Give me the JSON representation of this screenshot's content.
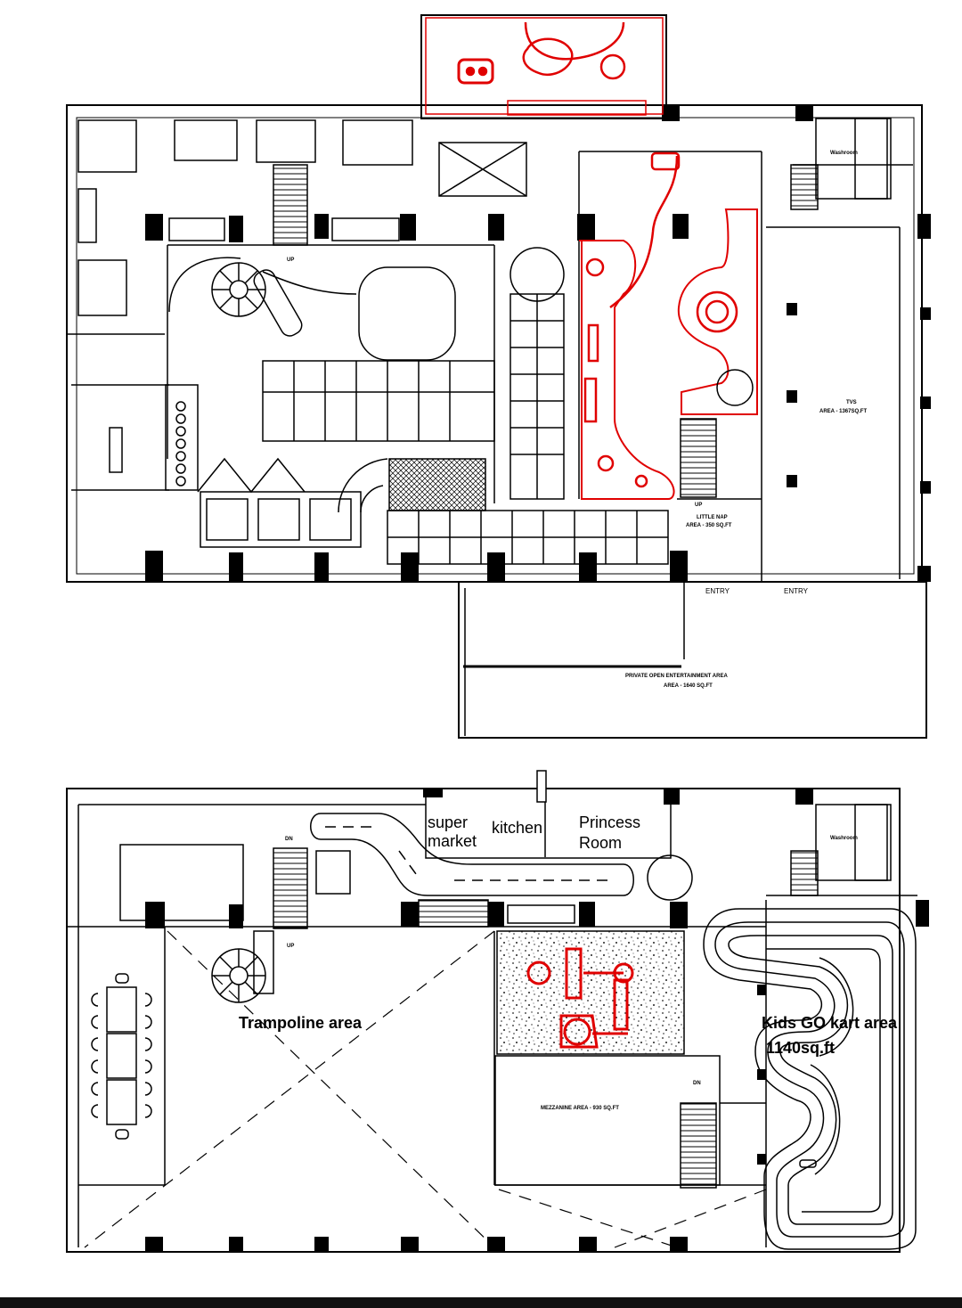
{
  "upper_floor": {
    "labels": {
      "washroom": "Washroom",
      "tvs": "TVS",
      "tvs_area": "AREA - 1367SQ.FT",
      "little_nap": "LITTLE NAP",
      "little_nap_area": "AREA - 350 SQ.FT",
      "entry_1": "ENTRY",
      "entry_2": "ENTRY",
      "private_area": "PRIVATE OPEN ENTERTAINMENT AREA",
      "private_area_size": "AREA - 1640 SQ.FT",
      "up_1": "UP",
      "up_2": "UP"
    }
  },
  "lower_floor": {
    "labels": {
      "supermarket_1": "super",
      "supermarket_2": "market",
      "kitchen": "kitchen",
      "princess_1": "Princess",
      "princess_2": "Room",
      "washroom": "Washroom",
      "trampoline": "Trampoline area",
      "kart_1": "Kids GO kart area",
      "kart_2": "1140sq.ft",
      "mezzanine": "MEZZANINE AREA - 930 SQ.FT",
      "dn_1": "DN",
      "dn_2": "DN",
      "up": "UP"
    }
  },
  "colors": {
    "line": "#000000",
    "accent": "#e00000",
    "background": "#ffffff"
  }
}
